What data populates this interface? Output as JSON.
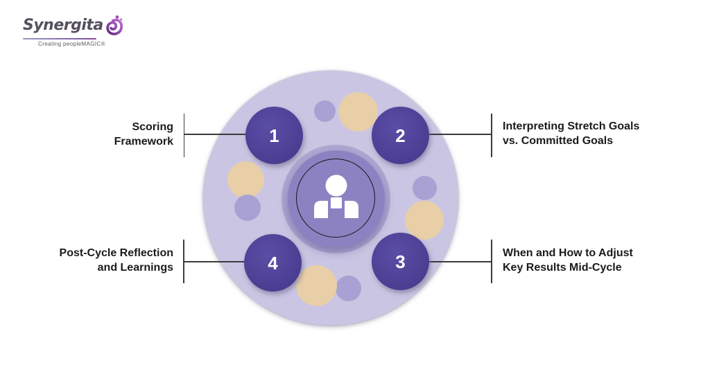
{
  "logo": {
    "brand": "Synergita",
    "tagline": "Creating peopleMAGIC®"
  },
  "diagram": {
    "center_icon": "person-icon",
    "items": [
      {
        "number": "1",
        "position": "top-left",
        "label": "Scoring Framework",
        "lines": [
          "Scoring",
          "Framework"
        ]
      },
      {
        "number": "2",
        "position": "top-right",
        "label": "Interpreting Stretch Goals vs. Committed Goals",
        "lines": [
          "Interpreting Stretch Goals",
          "vs. Committed Goals"
        ]
      },
      {
        "number": "3",
        "position": "bottom-right",
        "label": "When and How to Adjust Key Results Mid-Cycle",
        "lines": [
          "When and How to Adjust",
          "Key Results Mid-Cycle"
        ]
      },
      {
        "number": "4",
        "position": "bottom-left",
        "label": "Post-Cycle Reflection and Learnings",
        "lines": [
          "Post-Cycle Reflection",
          "and Learnings"
        ]
      }
    ],
    "colors": {
      "outer_circle": "#cac5e3",
      "inner_circle": "#8d82c1",
      "step_circle": "#4e4196",
      "accent_tan": "#e8cfa8",
      "accent_purple": "#a9a1d3",
      "connector": "#3a3a3a",
      "label_text": "#1a1a1a",
      "brand_text": "#554f5f",
      "tagline_text": "#5b5662",
      "brand_purple": "#8f3d9e"
    }
  }
}
